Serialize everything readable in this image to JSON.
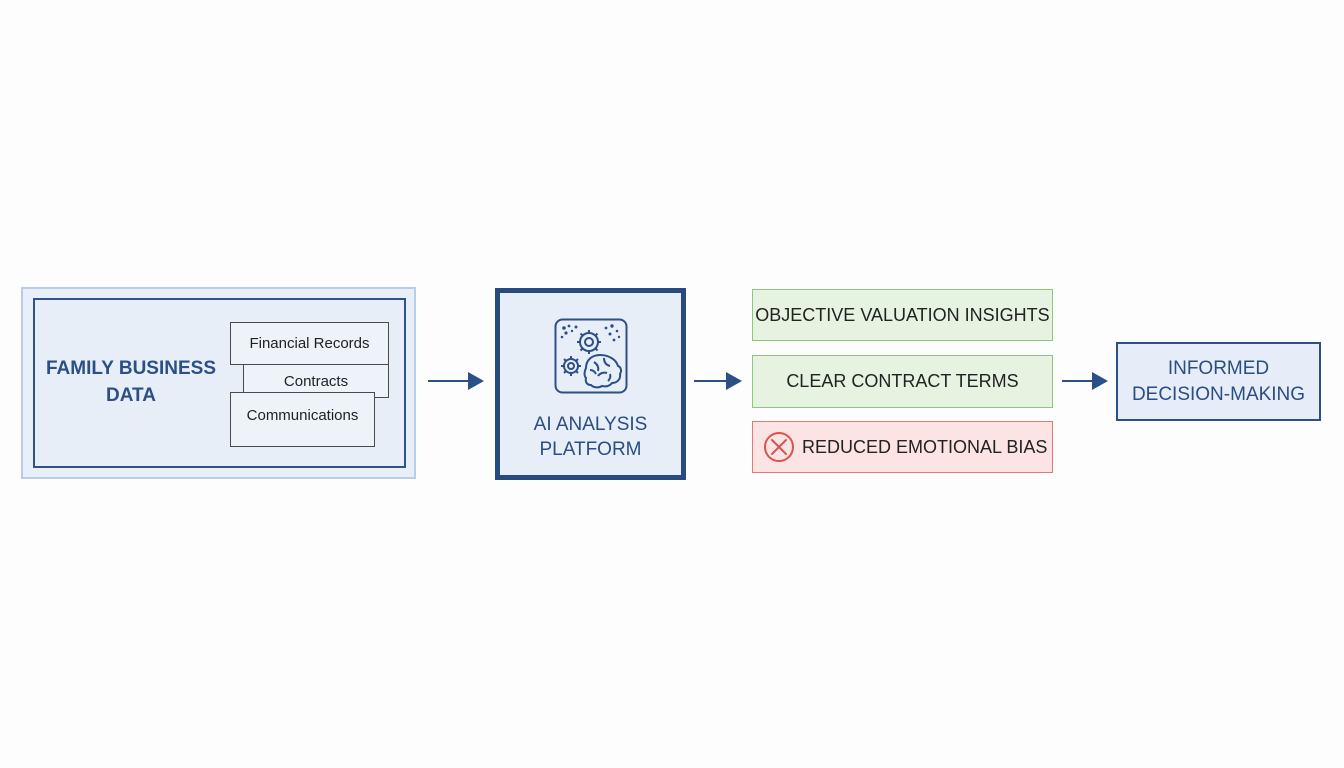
{
  "source": {
    "title_line1": "FAMILY BUSINESS",
    "title_line2": "DATA",
    "documents": {
      "financial": "Financial Records",
      "contracts": "Contracts",
      "communications": "Communications"
    }
  },
  "platform": {
    "title_line1": "AI ANALYSIS",
    "title_line2": "PLATFORM",
    "icon": "ai-gears-brain-icon"
  },
  "outcomes": [
    {
      "label": "OBJECTIVE VALUATION INSIGHTS",
      "status": "positive"
    },
    {
      "label": "CLEAR CONTRACT TERMS",
      "status": "positive"
    },
    {
      "label": "REDUCED EMOTIONAL BIAS",
      "status": "negative",
      "icon": "x-circle-icon"
    }
  ],
  "result": {
    "title_line1": "INFORMED",
    "title_line2": "DECISION-MAKING"
  },
  "colors": {
    "primary": "#2b4f86",
    "positive_fill": "#e6f3e1",
    "positive_border": "#8cc97b",
    "negative_fill": "#fbe4e3",
    "negative_border": "#e07874"
  }
}
